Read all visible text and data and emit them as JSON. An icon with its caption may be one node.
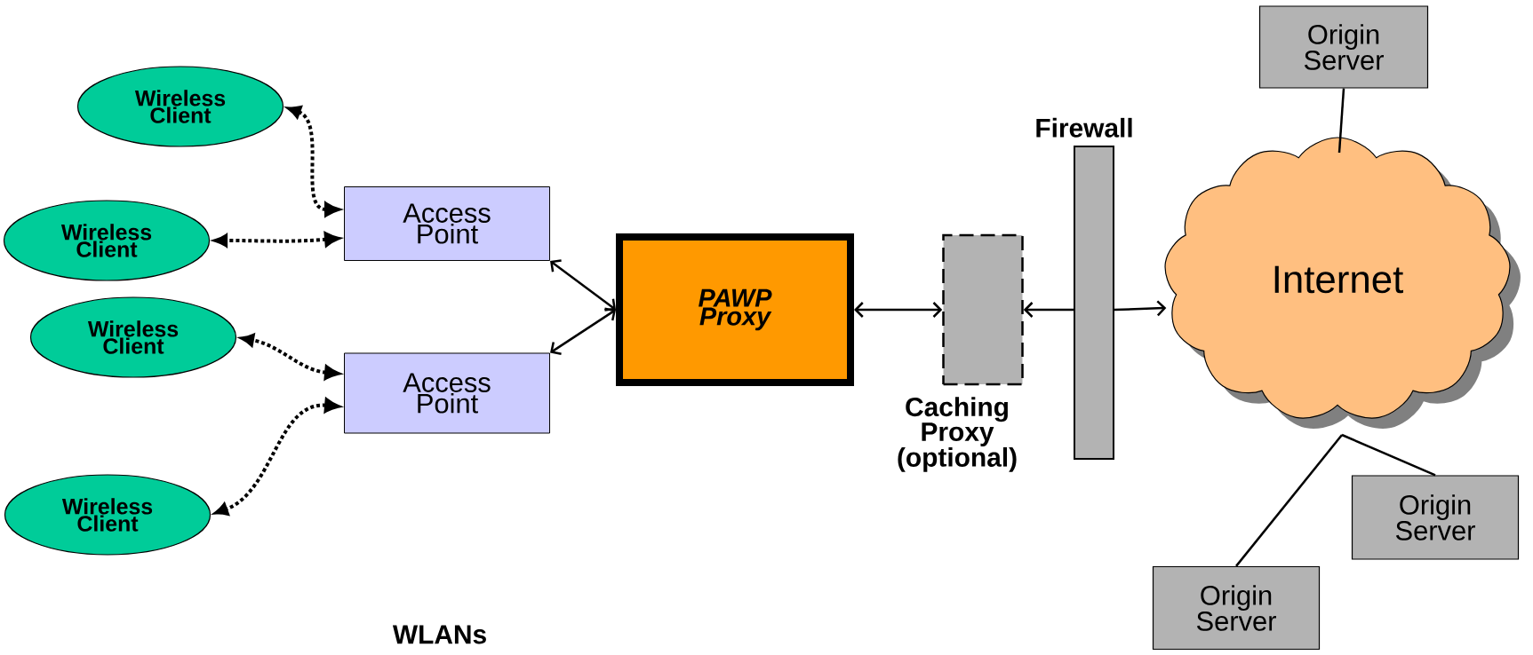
{
  "diagram": {
    "nodes": [
      {
        "text": [
          "Wireless Client"
        ]
      },
      {
        "text": [
          "Wireless Client"
        ]
      },
      {
        "text": [
          "Wireless Client"
        ]
      },
      {
        "text": [
          "Wireless Client"
        ]
      },
      {
        "text": [
          "Access Point"
        ]
      },
      {
        "text": [
          "Access Point"
        ]
      },
      {
        "text": [
          "PAWP Proxy"
        ]
      },
      {
        "text": [
          "Caching Proxy (optional)"
        ]
      },
      {
        "text": [
          "Firewall"
        ]
      },
      {
        "text": [
          "Internet"
        ]
      },
      {
        "text": [
          "Origin Server"
        ]
      },
      {
        "text": [
          "Origin Server"
        ]
      },
      {
        "text": [
          "Origin Server"
        ]
      }
    ],
    "edges": [
      {
        "from": 4,
        "to": 0,
        "arrow": "both",
        "style": "dashed"
      },
      {
        "from": 4,
        "to": 1,
        "arrow": "both",
        "style": "dashed"
      },
      {
        "from": 5,
        "to": 2,
        "arrow": "both",
        "style": "dashed"
      },
      {
        "from": 5,
        "to": 3,
        "arrow": "both",
        "style": "dashed"
      },
      {
        "from": 6,
        "to": 4,
        "arrow": "both"
      },
      {
        "from": 6,
        "to": 5,
        "arrow": "both"
      },
      {
        "from": 6,
        "to": 7,
        "arrow": "both"
      },
      {
        "from": 8,
        "to": 7,
        "arrow": "to"
      },
      {
        "from": 8,
        "to": 9,
        "arrow": "to"
      },
      {
        "from": 9,
        "to": 10,
        "arrow": "none"
      },
      {
        "from": 9,
        "to": 11,
        "arrow": "none"
      },
      {
        "from": 9,
        "to": 12,
        "arrow": "none"
      }
    ],
    "labels": [
      "WLANs"
    ]
  }
}
